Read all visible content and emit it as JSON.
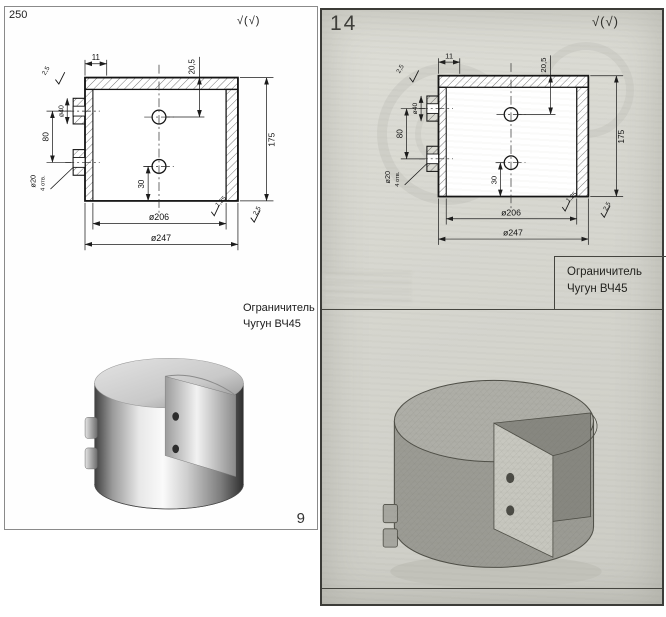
{
  "part": {
    "name": "Ограничитель",
    "material": "Чугун ВЧ45"
  },
  "dims": {
    "w11": "11",
    "h20_5": "20,5",
    "h175": "175",
    "h80": "80",
    "h30": "30",
    "dia40": "ø40",
    "dia20": "ø20",
    "holes": "4 отв.",
    "dia206": "ø206",
    "dia247": "ø247",
    "rough_a": "2,5",
    "rough_b": "2,5",
    "rough_c": "1,25"
  },
  "left_sheet": {
    "page_label": "250",
    "sheet_number": "9",
    "finish": "√(√)",
    "part_name": "Ограничитель",
    "material": "Чугун ВЧ45"
  },
  "right_sheet": {
    "page_label": "14",
    "finish": "√(√)",
    "part_name": "Ограничитель",
    "material": "Чугун ВЧ45"
  }
}
